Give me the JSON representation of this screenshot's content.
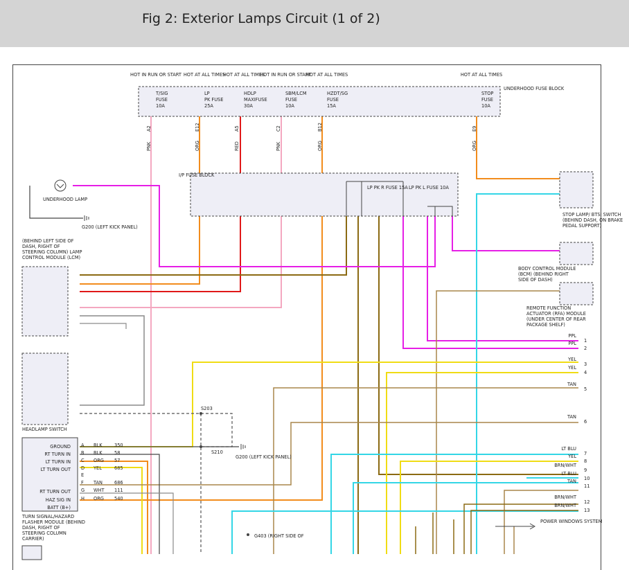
{
  "header": {
    "title": "Fig 2: Exterior Lamps Circuit (1 of 2)"
  },
  "colors": {
    "pink": "#f4a7c0",
    "orange": "#f28c1c",
    "red": "#e01818",
    "magenta": "#e61ee6",
    "brown": "#8b6a12",
    "tan": "#a8864a",
    "cyan": "#33d6e6",
    "yellow": "#f0dc14",
    "gray": "#8a8a8a",
    "dark": "#444444"
  },
  "top_fuses": [
    {
      "supply": "HOT IN RUN OR START",
      "name": "T/SIG FUSE",
      "rating": "10A",
      "pin": "A2",
      "wire": "PNK"
    },
    {
      "supply": "HOT AT ALL TIMES",
      "name": "LP PK FUSE",
      "rating": "25A",
      "pin": "E12",
      "wire": "ORG"
    },
    {
      "supply": "HOT AT ALL TIMES",
      "name": "HDLP MAXIFUSE",
      "rating": "30A",
      "pin": "A5",
      "wire": "RED"
    },
    {
      "supply": "HOT IN RUN OR START",
      "name": "SBM/LCM FUSE",
      "rating": "10A",
      "pin": "C2",
      "wire": "PNK"
    },
    {
      "supply": "HOT AT ALL TIMES",
      "name": "HZDT/SG FUSE",
      "rating": "15A",
      "pin": "B12",
      "wire": "ORG"
    },
    {
      "supply": "HOT AT ALL TIMES",
      "name": "STOP FUSE",
      "rating": "10A",
      "pin": "E9",
      "wire": "ORG"
    }
  ],
  "labels": {
    "underhood_fuse_block": "UNDERHOOD FUSE BLOCK",
    "ip_fuse_block": "I/P FUSE BLOCK",
    "lp_pk_r": "LP PK R FUSE 15A",
    "lp_pk_l": "LP PK L FUSE 10A",
    "underhood_lamp": "UNDERHOOD LAMP",
    "g200": "G200 (LEFT KICK PANEL)",
    "lcm": "(BEHIND LEFT SIDE OF DASH, RIGHT OF STEERING COLUMN) LAMP CONTROL MODULE (LCM)",
    "stop_lamp_switch": "STOP LAMP/ BTSI SWITCH (BEHIND DASH, ON BRAKE PEDAL SUPPORT)",
    "bcm": "BODY CONTROL MODULE (BCM) (BEHIND RIGHT SIDE OF DASH)",
    "rfa": "REMOTE FUNCTION ACTUATOR (RFA) MODULE (UNDER CENTER OF REAR PACKAGE SHELF)",
    "headlamp_switch": "HEADLAMP SWITCH",
    "flasher": "TURN SIGNAL/HAZARD FLASHER MODULE (BEHIND DASH, RIGHT OF STEERING COLUMN CARRIER)",
    "s203": "S203",
    "s210": "S210",
    "g200b": "G200 (LEFT KICK PANEL)",
    "g403": "G403 (RIGHT SIDE OF",
    "power_windows": "POWER WINDOWS SYSTEM"
  },
  "flasher_pins": [
    {
      "label": "GROUND",
      "pin": "A",
      "wire": "BLK",
      "ckt": "350"
    },
    {
      "label": "RT TURN IN",
      "pin": "B",
      "wire": "BLK",
      "ckt": "58"
    },
    {
      "label": "LT TURN IN",
      "pin": "C",
      "wire": "ORG",
      "ckt": "57"
    },
    {
      "label": "LT TURN OUT",
      "pin": "D",
      "wire": "YEL",
      "ckt": "685"
    },
    {
      "label": "",
      "pin": "E",
      "wire": "",
      "ckt": ""
    },
    {
      "label": "",
      "pin": "F",
      "wire": "TAN",
      "ckt": "686"
    },
    {
      "label": "RT TURN OUT",
      "pin": "G",
      "wire": "WHT",
      "ckt": "111"
    },
    {
      "label": "HAZ SIG IN",
      "pin": "H",
      "wire": "ORG",
      "ckt": "540"
    },
    {
      "label": "BATT (B+)",
      "pin": "",
      "wire": "",
      "ckt": ""
    }
  ],
  "right_outputs": [
    {
      "wire": "PPL",
      "num": "1"
    },
    {
      "wire": "PPL",
      "num": "2"
    },
    {
      "wire": "YEL",
      "num": "3"
    },
    {
      "wire": "YEL",
      "num": "4"
    },
    {
      "wire": "TAN",
      "num": "5"
    },
    {
      "wire": "TAN",
      "num": "6"
    },
    {
      "wire": "LT BLU",
      "num": "7"
    },
    {
      "wire": "YEL",
      "num": "8"
    },
    {
      "wire": "BRN/WHT",
      "num": "9"
    },
    {
      "wire": "LT BLU",
      "num": "10"
    },
    {
      "wire": "TAN",
      "num": "11"
    },
    {
      "wire": "BRN/WHT",
      "num": "12"
    },
    {
      "wire": "BRN/WHT",
      "num": "13"
    }
  ]
}
